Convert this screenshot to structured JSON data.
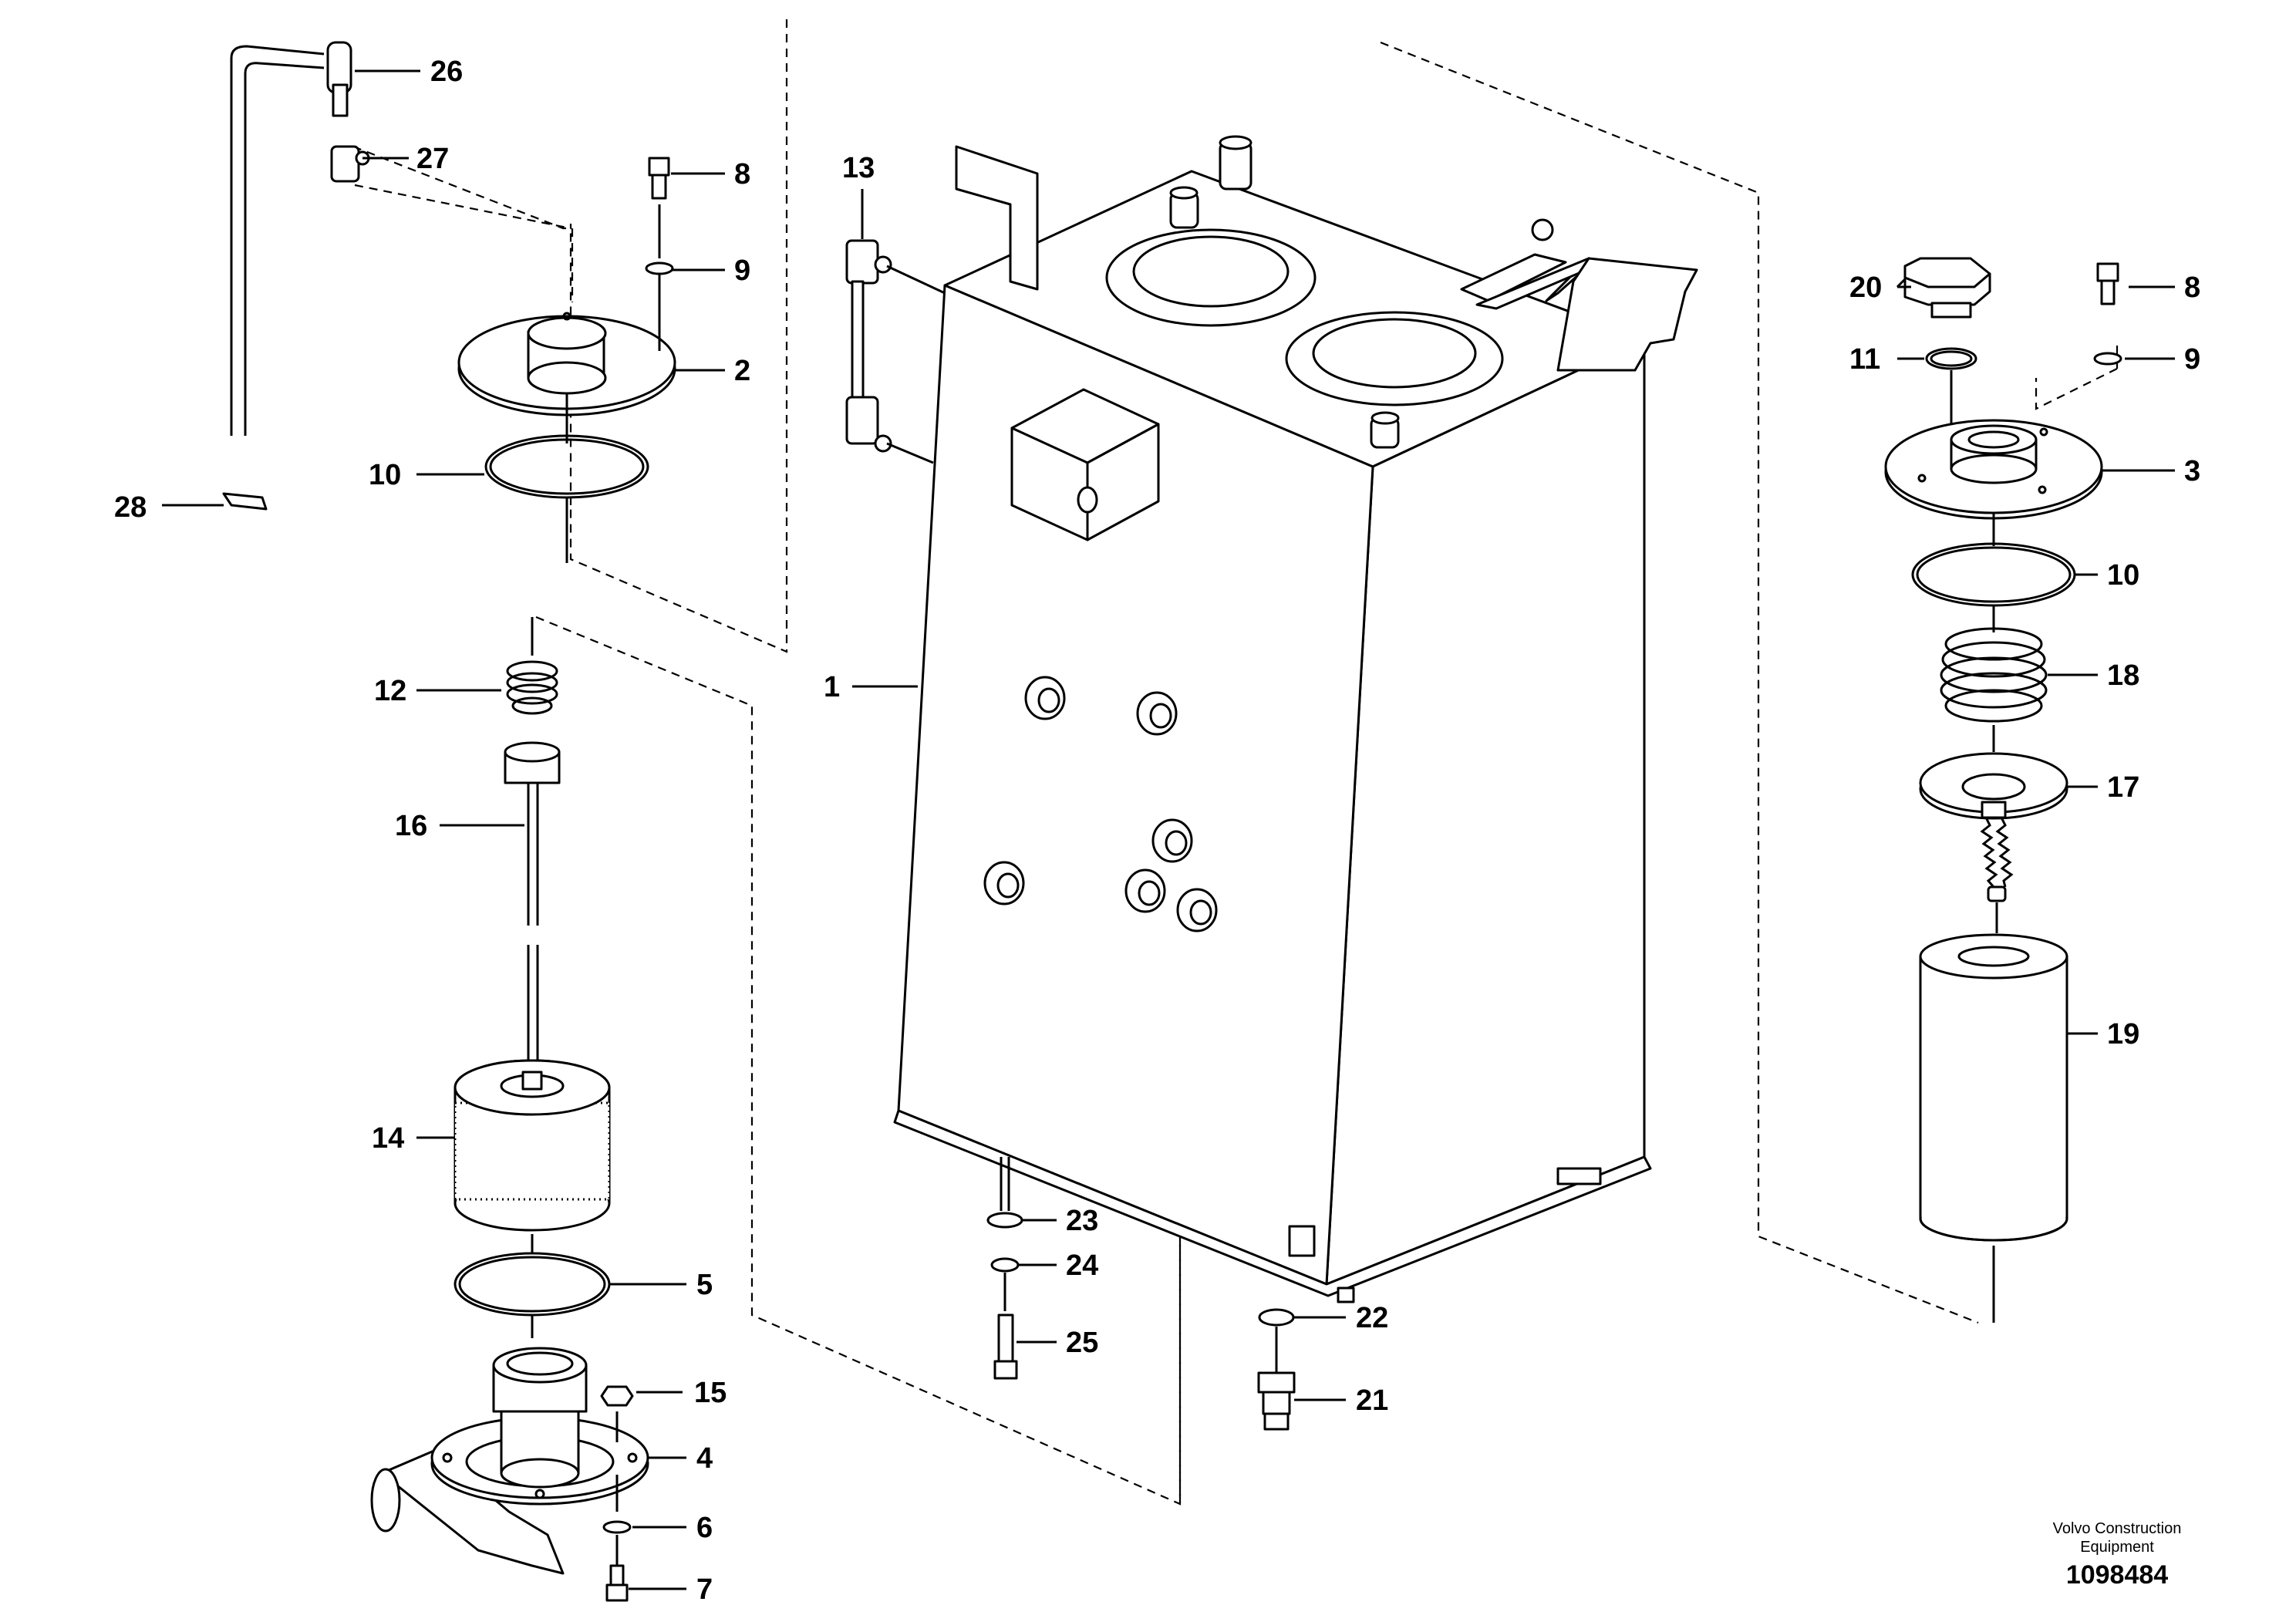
{
  "diagram": {
    "callouts": {
      "c1": "1",
      "c2": "2",
      "c3": "3",
      "c4": "4",
      "c5": "5",
      "c6": "6",
      "c7": "7",
      "c8a": "8",
      "c8b": "8",
      "c9a": "9",
      "c9b": "9",
      "c10a": "10",
      "c10b": "10",
      "c11": "11",
      "c12": "12",
      "c13": "13",
      "c14": "14",
      "c15": "15",
      "c16": "16",
      "c17": "17",
      "c18": "18",
      "c19": "19",
      "c20": "20",
      "c21": "21",
      "c22": "22",
      "c23": "23",
      "c24": "24",
      "c25": "25",
      "c26": "26",
      "c27": "27",
      "c28": "28"
    },
    "brand_line1": "Volvo Construction",
    "brand_line2": "Equipment",
    "document_number": "1098484"
  }
}
